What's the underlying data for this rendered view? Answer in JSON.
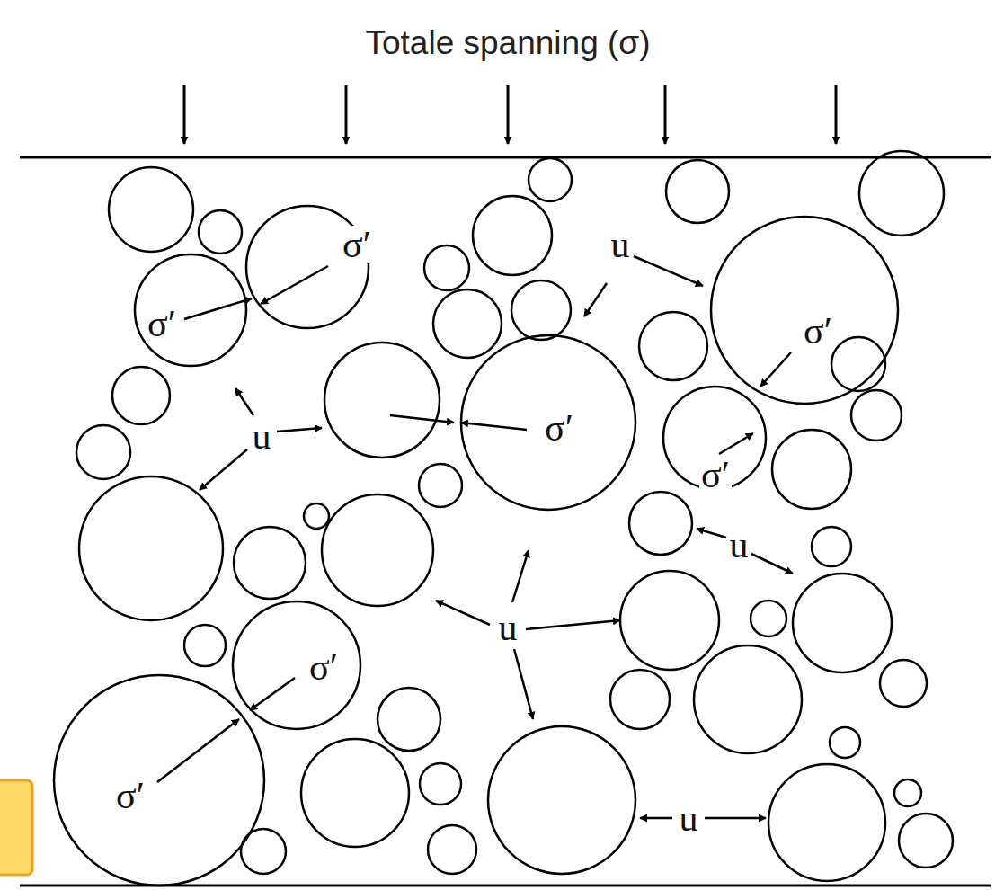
{
  "diagram": {
    "title": "Totale spanning (σ)",
    "labels": [
      "σ′",
      "σ′",
      "σ′",
      "σ′",
      "σ′",
      "σ′",
      "σ′",
      "u",
      "u",
      "u",
      "u",
      "u"
    ]
  }
}
